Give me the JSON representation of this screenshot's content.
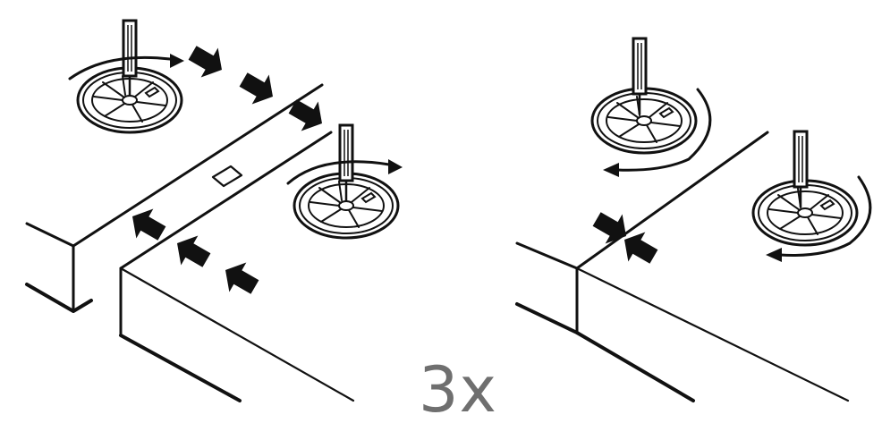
{
  "instruction": {
    "repeat_count": "3x",
    "colors": {
      "line": "#111111",
      "label": "#6f6f6f",
      "background": "#ffffff"
    },
    "steps": [
      {
        "name": "push-panels-together",
        "arrow_direction": "inward"
      },
      {
        "name": "tighten-cam-locks",
        "rotation": "clockwise"
      }
    ],
    "icons": [
      "screwdriver-icon",
      "cam-lock-icon",
      "push-arrow-icon",
      "rotation-arrow-icon"
    ]
  }
}
